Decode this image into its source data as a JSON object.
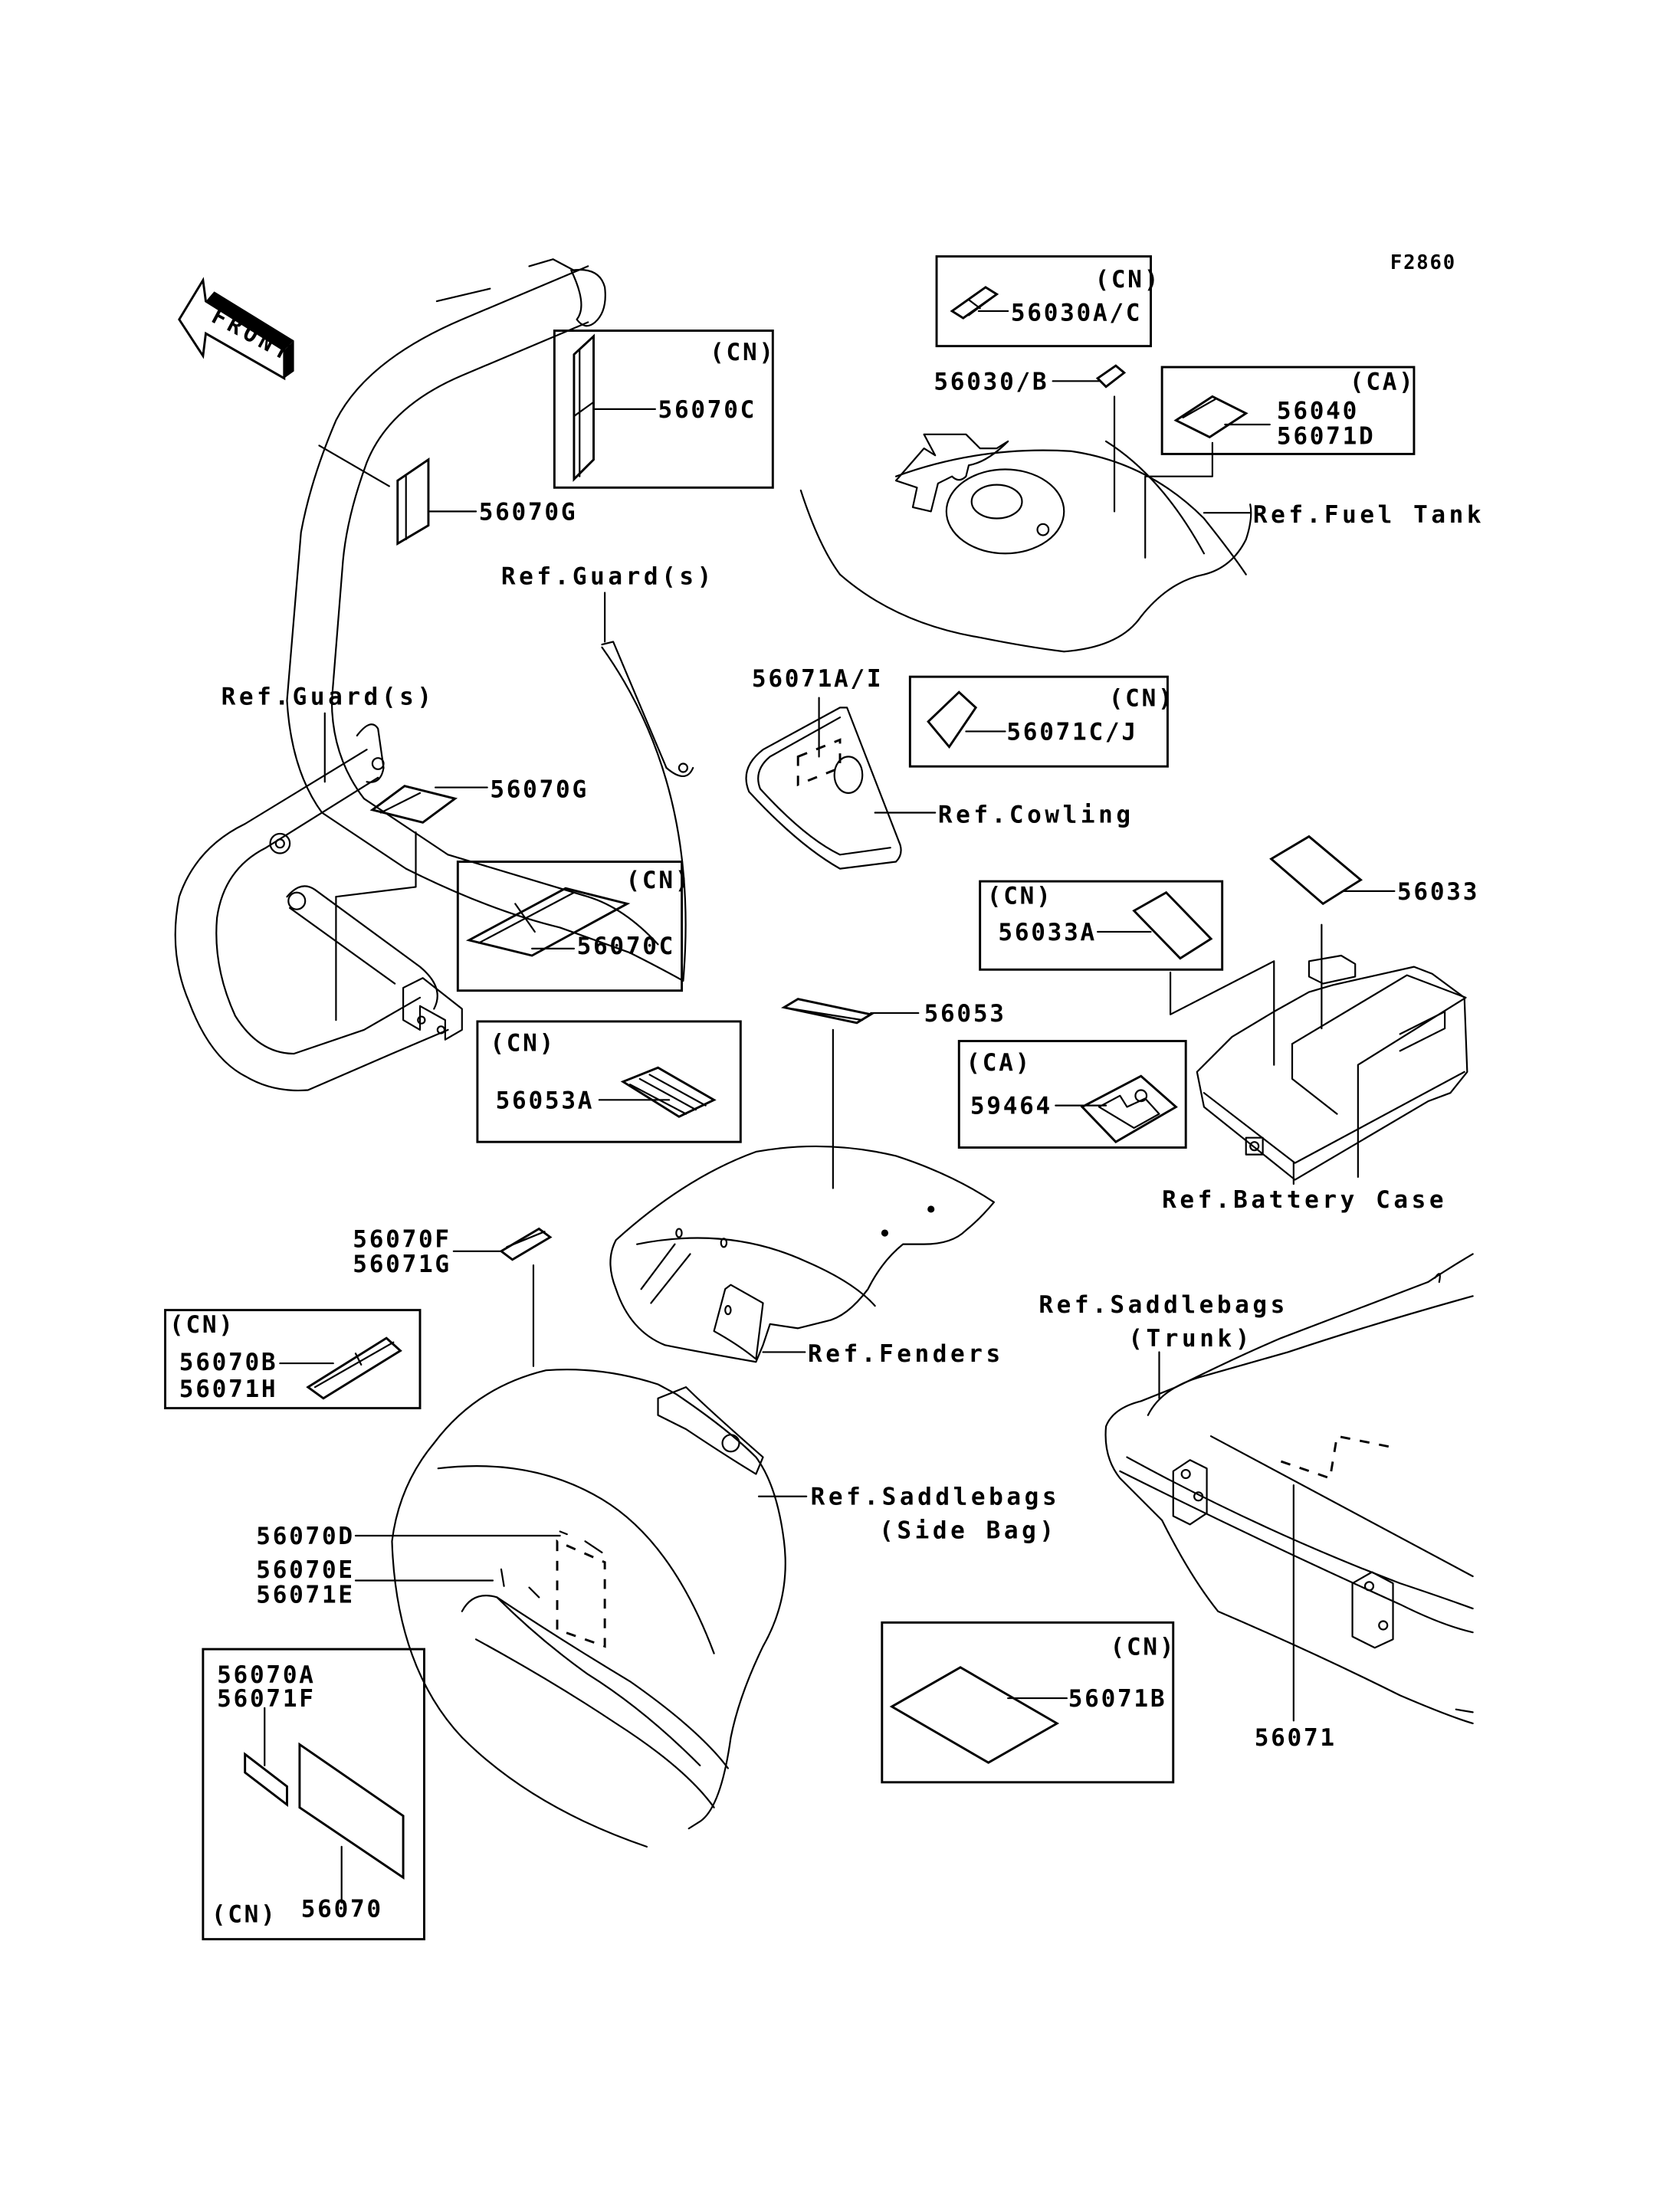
{
  "figure_code": "F2860",
  "front_arrow_label": "FRONT",
  "region_codes": {
    "cn": "(CN)",
    "ca": "(CA)"
  },
  "parts": {
    "p56070G_top": "56070G",
    "p56070C_top": "56070C",
    "p56030AC": "56030A/C",
    "p56030B": "56030/B",
    "p56040": "56040",
    "p56071D": "56071D",
    "p56071AI": "56071A/I",
    "p56071CJ": "56071C/J",
    "p56070G_mid": "56070G",
    "p56070C_mid": "56070C",
    "p56033": "56033",
    "p56033A": "56033A",
    "p56053": "56053",
    "p56053A": "56053A",
    "p59464": "59464",
    "p56070F": "56070F",
    "p56071G": "56071G",
    "p56070B": "56070B",
    "p56071H": "56071H",
    "p56070D": "56070D",
    "p56070E": "56070E",
    "p56071E": "56071E",
    "p56070A": "56070A",
    "p56071F": "56071F",
    "p56070": "56070",
    "p56071B": "56071B",
    "p56071": "56071"
  },
  "references": {
    "guard_top": "Ref.Guard(s)",
    "guard_left": "Ref.Guard(s)",
    "fuel_tank": "Ref.Fuel Tank",
    "cowling": "Ref.Cowling",
    "battery_case": "Ref.Battery Case",
    "fenders": "Ref.Fenders",
    "saddlebags_side": "Ref.Saddlebags",
    "saddlebags_side_sub": "(Side Bag)",
    "saddlebags_trunk": "Ref.Saddlebags",
    "saddlebags_trunk_sub": "(Trunk)"
  }
}
